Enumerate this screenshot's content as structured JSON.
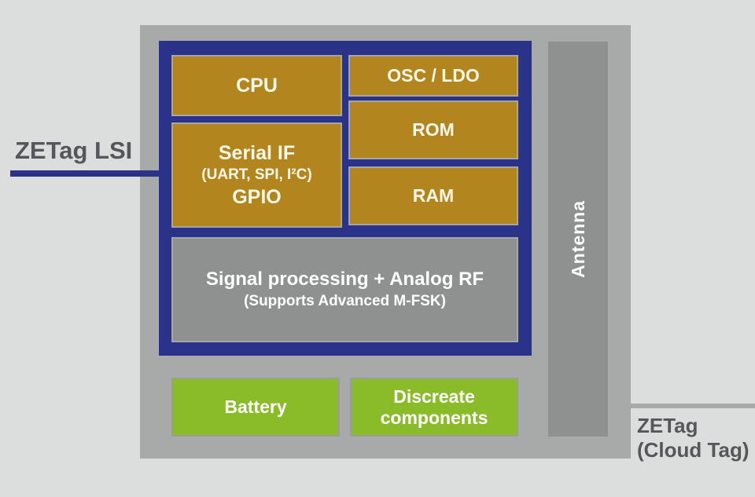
{
  "title": "ZETag LSI block diagram",
  "colors": {
    "background": "#dcdedd",
    "board_gray": "#a8aaa9",
    "lsi_blue": "#2a328a",
    "block_gold": "#b2851e",
    "block_gray": "#8f9190",
    "block_green": "#8abc29",
    "label_gray": "#55575a",
    "block_text_cream": "#fdf8e8",
    "block_text_white": "#ffffff"
  },
  "labels": {
    "lsi": "ZETag LSI",
    "cloud_tag_line1": "ZETag",
    "cloud_tag_line2": "(Cloud Tag)"
  },
  "blocks": {
    "cpu": "CPU",
    "serial_if": {
      "line1": "Serial IF",
      "line2": "(UART, SPI, I²C)",
      "line3": "GPIO"
    },
    "osc_ldo": "OSC / LDO",
    "rom": "ROM",
    "ram": "RAM",
    "signal": {
      "line1": "Signal processing + Analog RF",
      "line2": "(Supports Advanced M-FSK)"
    },
    "battery": "Battery",
    "discrete": {
      "line1": "Discreate",
      "line2": "components"
    },
    "antenna": "Antenna"
  }
}
